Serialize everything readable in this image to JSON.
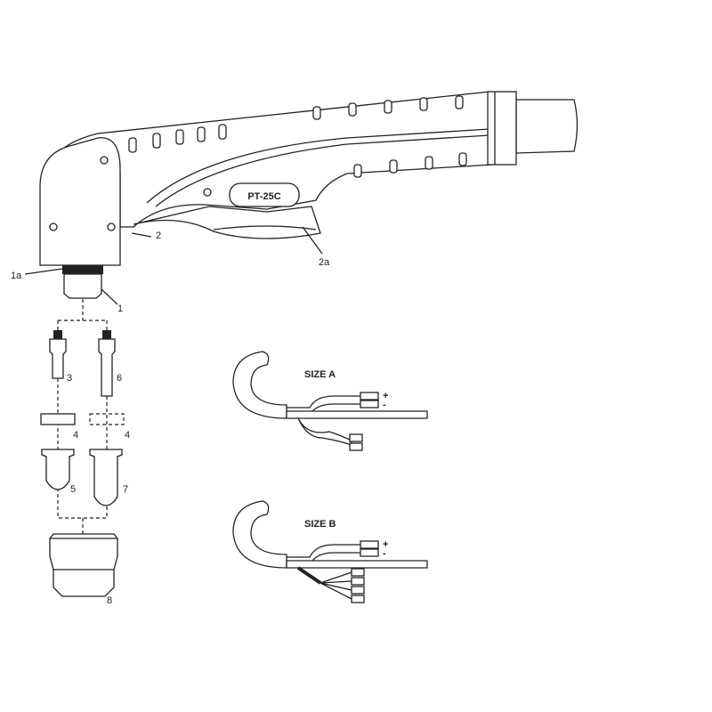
{
  "torch": {
    "model_label": "PT-25C"
  },
  "callouts": {
    "c1a": "1a",
    "c1": "1",
    "c2": "2",
    "c2a": "2a",
    "c3": "3",
    "c4a": "4",
    "c4b": "4",
    "c5": "5",
    "c6": "6",
    "c7": "7",
    "c8": "8"
  },
  "cables": {
    "size_a": {
      "title": "SIZE A",
      "plus": "+",
      "minus": "-"
    },
    "size_b": {
      "title": "SIZE B",
      "plus": "+",
      "minus": "-"
    }
  }
}
